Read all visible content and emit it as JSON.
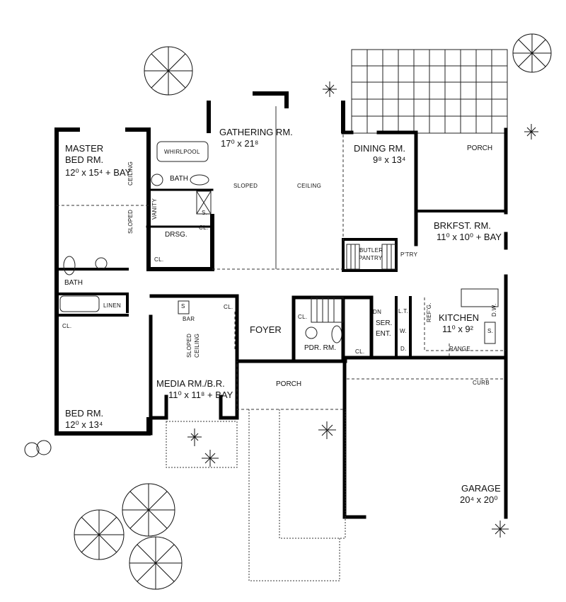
{
  "rooms": {
    "master": {
      "name": "MASTER",
      "name2": "BED RM.",
      "size": "12⁰ x 15⁴ + BAY"
    },
    "gathering": {
      "name": "GATHERING RM.",
      "size": "17⁰ x 21⁸"
    },
    "dining": {
      "name": "DINING RM.",
      "size": "9⁸ x 13⁴"
    },
    "porch_rear": {
      "name": "PORCH"
    },
    "brkfst": {
      "name": "BRKFST. RM.",
      "size": "11⁰ x 10⁰ + BAY"
    },
    "kitchen": {
      "name": "KITCHEN",
      "size": "11⁰ x 9²"
    },
    "foyer": {
      "name": "FOYER"
    },
    "media": {
      "name": "MEDIA RM./B.R.",
      "size": "11⁰ x 11⁸ + BAY"
    },
    "bedroom": {
      "name": "BED RM.",
      "size": "12⁰ x 13⁴"
    },
    "porch_front": {
      "name": "PORCH"
    },
    "garage": {
      "name": "GARAGE",
      "size": "20⁴ x 20⁰"
    },
    "bath_master": {
      "name": "BATH"
    },
    "bath_hall": {
      "name": "BATH"
    },
    "drsg": {
      "name": "DRSG."
    },
    "pdr": {
      "name": "PDR. RM."
    },
    "ser_ent": {
      "name": "SER.",
      "name2": "ENT."
    }
  },
  "fixtures": {
    "whirlpool": "WHIRLPOOL",
    "vanity": "VANITY",
    "shower": "S.",
    "closet": "CL.",
    "linen": "LINEN",
    "bar": "BAR",
    "bar_sink": "S",
    "butler": "BUTLER",
    "pantry": "PANTRY",
    "ptry": "P'TRY",
    "dn": "DN",
    "lt": "L.T.",
    "w": "W.",
    "d": "D.",
    "refg": "REF'G.",
    "dw": "D.W.",
    "range": "RANGE",
    "sink": "S.",
    "curb": "CURB"
  },
  "notes": {
    "sloped": "SLOPED",
    "ceiling": "CEILING",
    "sloped_ceiling_1": "SLOPED",
    "sloped_ceiling_2": "CEILING"
  }
}
